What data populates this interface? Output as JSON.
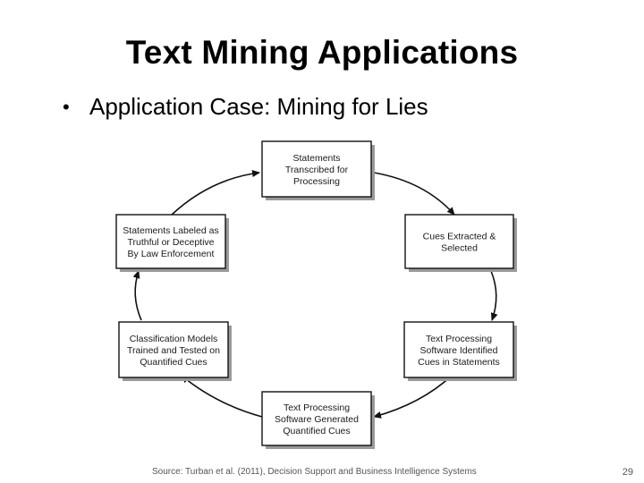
{
  "title": "Text Mining Applications",
  "bullet": {
    "symbol": "•",
    "text": "Application Case: Mining for Lies"
  },
  "diagram": {
    "nodes": [
      {
        "id": "transcribed",
        "lines": [
          "Statements",
          "Transcribed for",
          "Processing"
        ]
      },
      {
        "id": "cues-extracted",
        "lines": [
          "Cues Extracted &",
          "Selected"
        ]
      },
      {
        "id": "text-processing-identified",
        "lines": [
          "Text Processing",
          "Software Identified",
          "Cues in Statements"
        ]
      },
      {
        "id": "text-processing-generated",
        "lines": [
          "Text Processing",
          "Software Generated",
          "Quantified Cues"
        ]
      },
      {
        "id": "classification-models",
        "lines": [
          "Classification Models",
          "Trained and Tested on",
          "Quantified Cues"
        ]
      },
      {
        "id": "labeled",
        "lines": [
          "Statements Labeled as",
          "Truthful or Deceptive",
          "By Law Enforcement"
        ]
      }
    ],
    "flow": "clockwise"
  },
  "source": "Source: Turban et al. (2011), Decision Support and Business Intelligence Systems",
  "page_number": "29"
}
